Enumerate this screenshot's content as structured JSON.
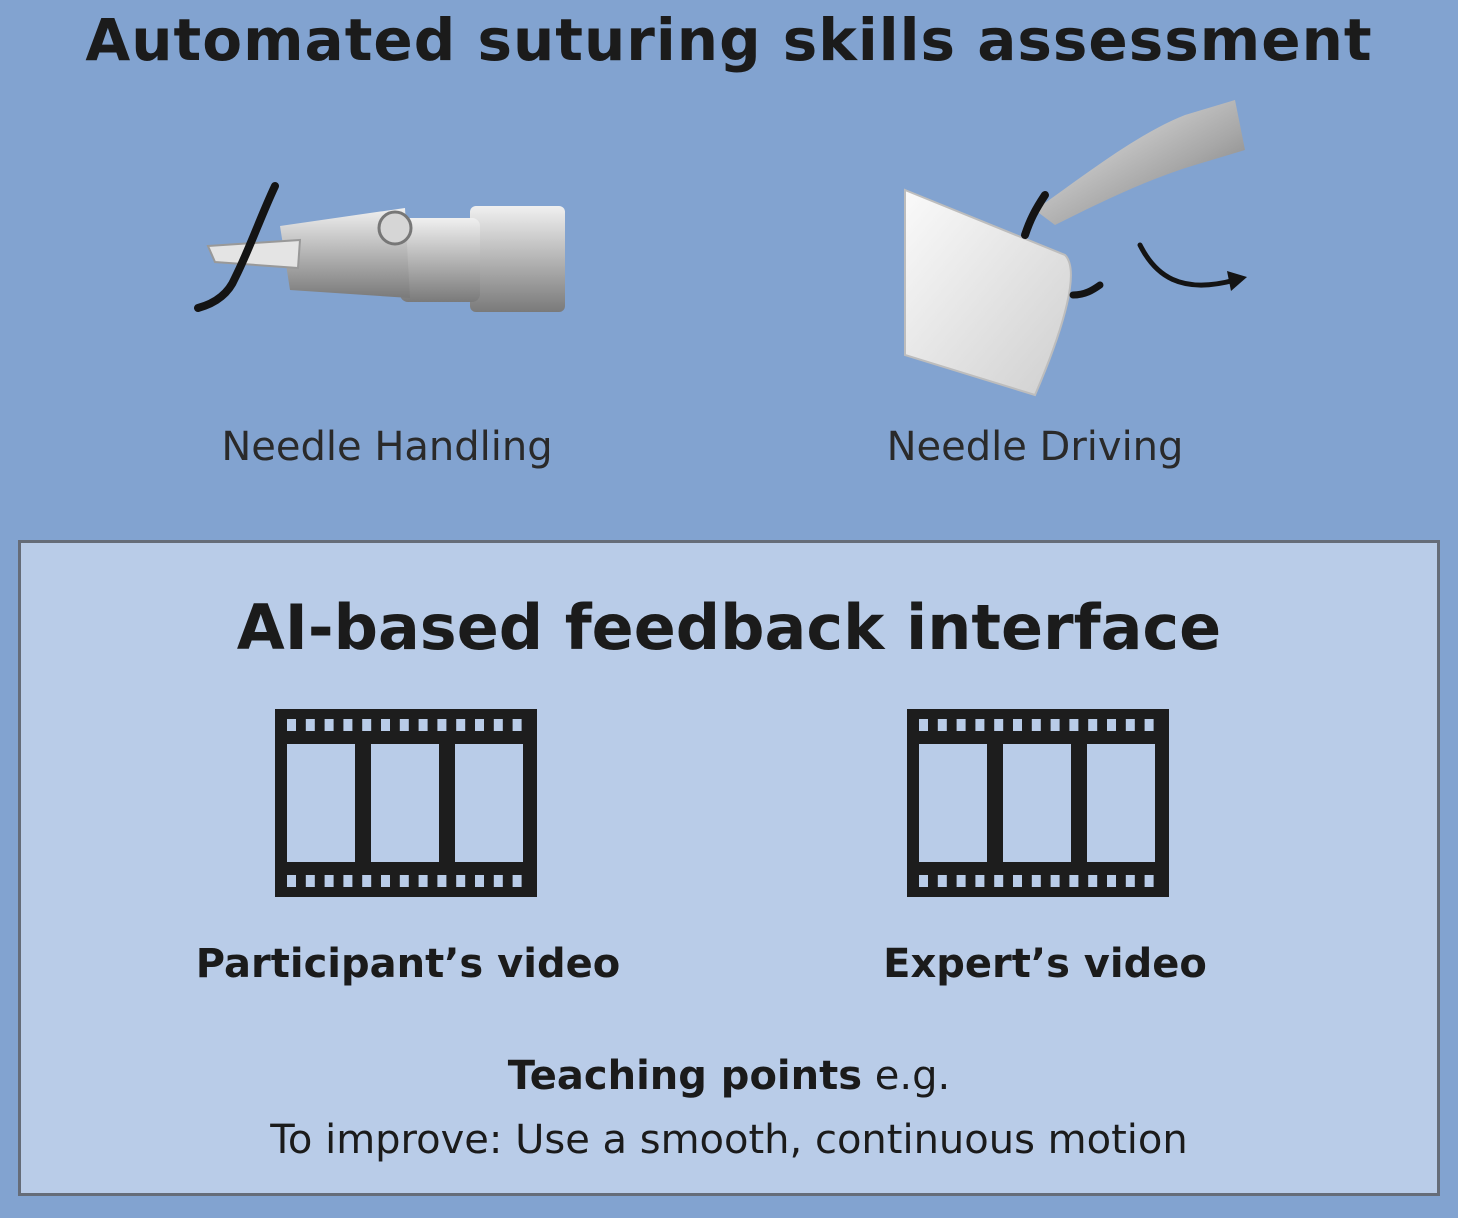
{
  "title": "Automated suturing skills assessment",
  "skills": [
    {
      "label": "Needle Handling"
    },
    {
      "label": "Needle Driving"
    }
  ],
  "feedback": {
    "title": "AI-based feedback interface",
    "videos": [
      {
        "label": "Participant’s video"
      },
      {
        "label": "Expert’s video"
      }
    ],
    "teaching_points_label": "Teaching points",
    "teaching_points_suffix": " e.g.",
    "improve_text": "To improve: Use a smooth, continuous motion"
  },
  "colors": {
    "background": "#82a3d0",
    "panel": "#b9cce8",
    "panel_border": "#656c78",
    "film": "#1d1d1d"
  },
  "icons": [
    "surgical-instrument-icon",
    "tissue-and-instrument-icon",
    "film-strip-icon"
  ]
}
